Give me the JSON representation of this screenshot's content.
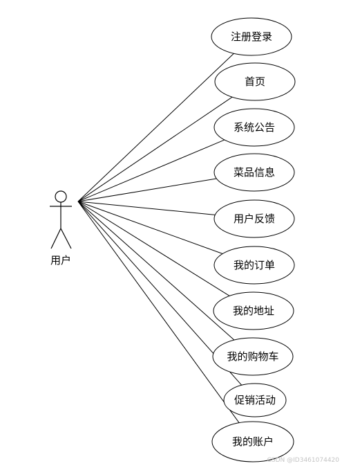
{
  "actor": {
    "label": "用户"
  },
  "use_cases": [
    {
      "label": "注册登录"
    },
    {
      "label": "首页"
    },
    {
      "label": "系统公告"
    },
    {
      "label": "菜品信息"
    },
    {
      "label": "用户反馈"
    },
    {
      "label": "我的订单"
    },
    {
      "label": "我的地址"
    },
    {
      "label": "我的购物车"
    },
    {
      "label": "促销活动"
    },
    {
      "label": "我的账户"
    }
  ],
  "watermark": "CSDN @ID3461074420",
  "colors": {
    "stroke": "#000000",
    "background": "#ffffff",
    "watermark": "#c4c4c4"
  }
}
